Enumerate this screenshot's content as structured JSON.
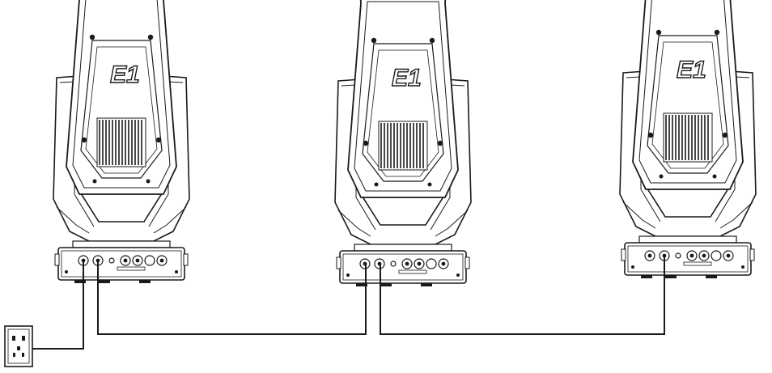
{
  "fixtures": [
    {
      "id": "fixture-1",
      "logo": "E1"
    },
    {
      "id": "fixture-2",
      "logo": "E1"
    },
    {
      "id": "fixture-3",
      "logo": "E1"
    }
  ],
  "power_source": {
    "icon": "power-outlet-icon"
  },
  "colors": {
    "line": "#1a1a1a",
    "background": "#ffffff"
  }
}
